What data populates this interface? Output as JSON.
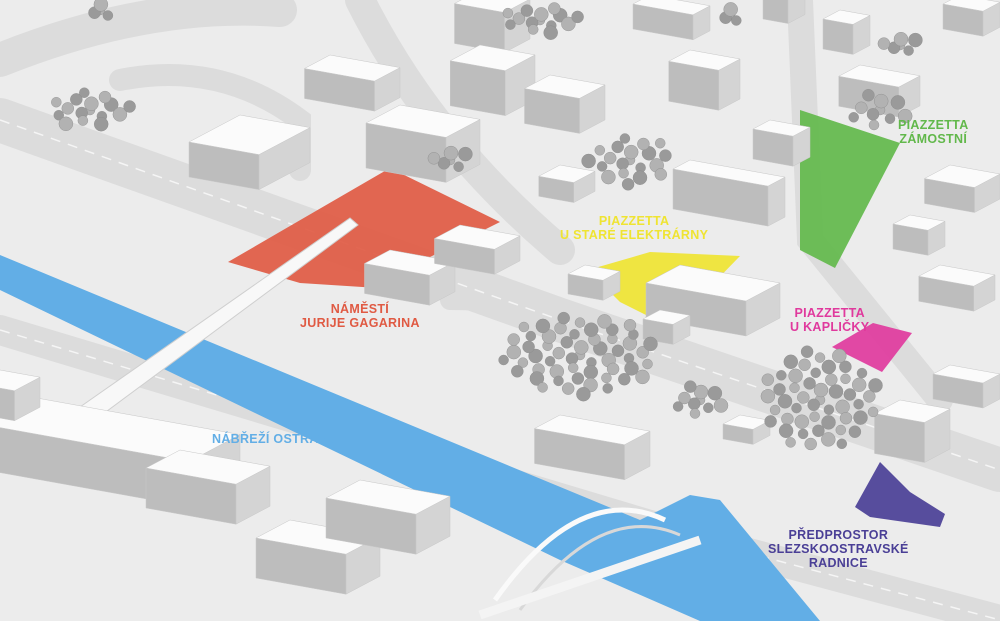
{
  "zones": [
    {
      "id": "namesti",
      "lines": [
        "NÁMĚSTÍ",
        "JURIJE GAGARINA"
      ],
      "color": "#e05a43"
    },
    {
      "id": "elektrarny",
      "lines": [
        "PIAZZETTA",
        "U STARÉ ELEKTRÁRNY"
      ],
      "color": "#efe432"
    },
    {
      "id": "zamostni",
      "lines": [
        "PIAZZETTA",
        "ZÁMOSTNÍ"
      ],
      "color": "#62b84b"
    },
    {
      "id": "kaplicky",
      "lines": [
        "PIAZZETTA",
        "U KAPLIČKY"
      ],
      "color": "#e0399d"
    },
    {
      "id": "predprostor",
      "lines": [
        "PŘEDPROSTOR",
        "SLEZSKOOSTRAVSKÉ",
        "RADNICE"
      ],
      "color": "#4a3f96"
    }
  ],
  "river": {
    "lines": [
      "NÁBŘEŽÍ OSTRAVICE"
    ],
    "color": "#62aee6"
  },
  "palette": {
    "ground": "#ececec",
    "road": "#e2e2e2",
    "building_top": "#fbfbfb",
    "building_side": "#d4d4d4",
    "building_shadow": "#bdbdbd",
    "tree": "#9a9a9a"
  }
}
